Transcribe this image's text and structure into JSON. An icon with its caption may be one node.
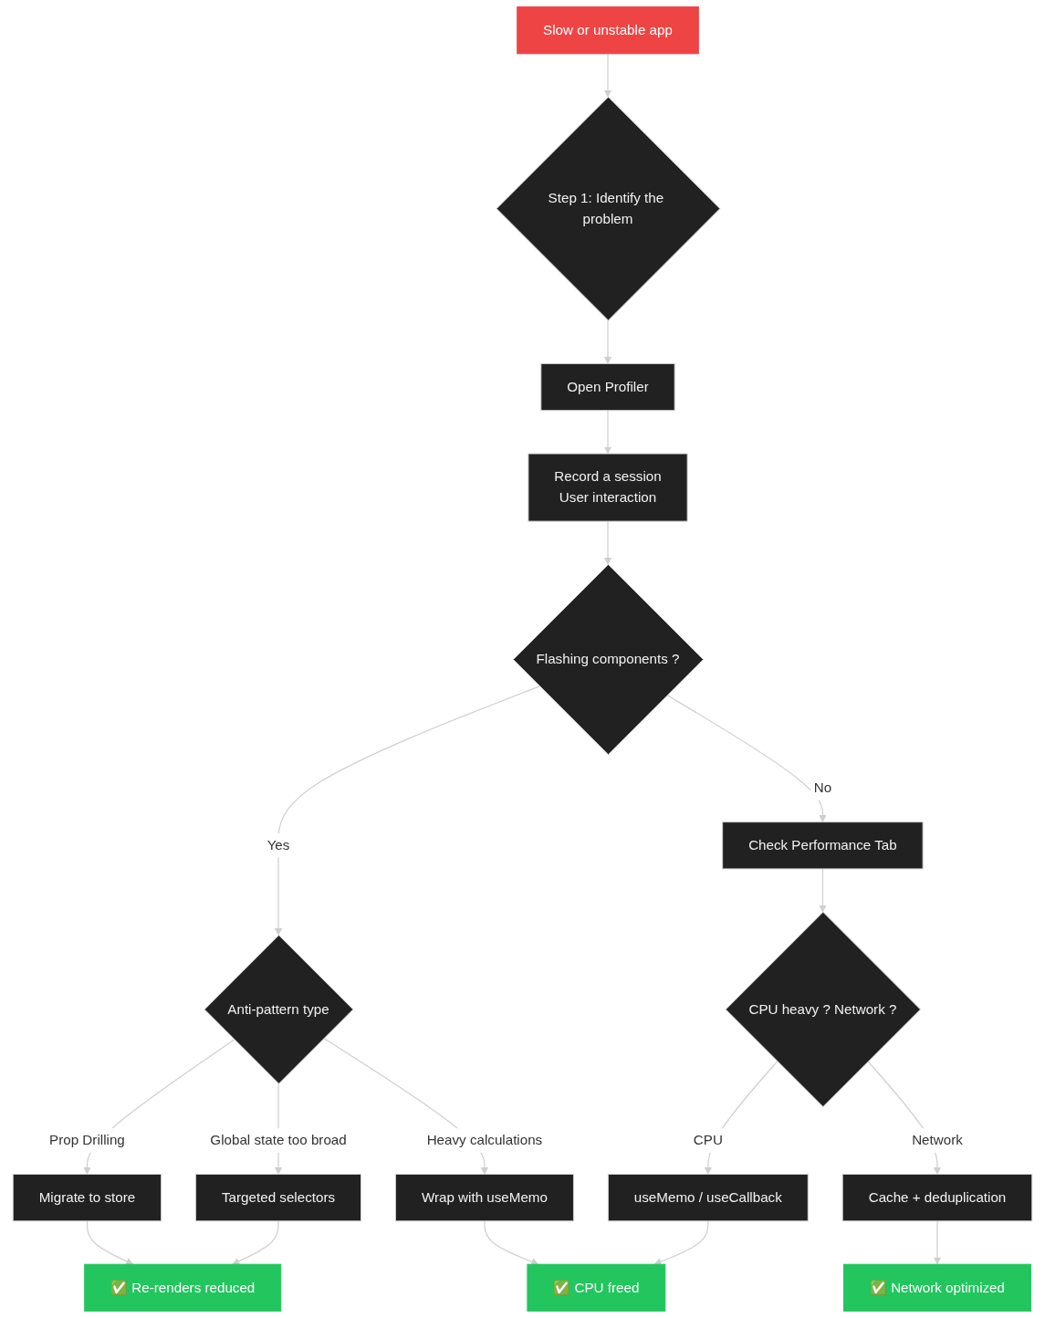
{
  "diagram": {
    "nodes": [
      {
        "text": [
          "Slow or unstable app"
        ]
      },
      {
        "text": [
          "Step 1: Identify the problem"
        ]
      },
      {
        "text": [
          "Open Profiler"
        ]
      },
      {
        "text": [
          "Record a session",
          "User interaction"
        ]
      },
      {
        "text": [
          "Flashing components ?"
        ]
      },
      {
        "text": [
          "Check Performance Tab"
        ]
      },
      {
        "text": [
          "Anti-pattern type"
        ]
      },
      {
        "text": [
          "CPU heavy ? Network ?"
        ]
      },
      {
        "text": [
          "Migrate to store"
        ]
      },
      {
        "text": [
          "Targeted selectors"
        ]
      },
      {
        "text": [
          "Wrap with useMemo"
        ]
      },
      {
        "text": [
          "useMemo / useCallback"
        ]
      },
      {
        "text": [
          "Cache + deduplication"
        ]
      },
      {
        "text": [
          "✅ Re-renders reduced"
        ]
      },
      {
        "text": [
          "✅ CPU freed"
        ]
      },
      {
        "text": [
          "✅ Network optimized"
        ]
      }
    ],
    "edges": [
      {
        "from": 0,
        "to": 1,
        "arrow": "to"
      },
      {
        "from": 1,
        "to": 2,
        "arrow": "to"
      },
      {
        "from": 2,
        "to": 3,
        "arrow": "to"
      },
      {
        "from": 3,
        "to": 4,
        "arrow": "to"
      },
      {
        "from": 4,
        "to": 6,
        "arrow": "to",
        "label": "Yes"
      },
      {
        "from": 4,
        "to": 5,
        "arrow": "to",
        "label": "No"
      },
      {
        "from": 5,
        "to": 7,
        "arrow": "to"
      },
      {
        "from": 6,
        "to": 8,
        "arrow": "to",
        "label": "Prop Drilling"
      },
      {
        "from": 6,
        "to": 9,
        "arrow": "to",
        "label": "Global state too broad"
      },
      {
        "from": 6,
        "to": 10,
        "arrow": "to",
        "label": "Heavy calculations"
      },
      {
        "from": 7,
        "to": 11,
        "arrow": "to",
        "label": "CPU"
      },
      {
        "from": 7,
        "to": 12,
        "arrow": "to",
        "label": "Network"
      },
      {
        "from": 8,
        "to": 13,
        "arrow": "to"
      },
      {
        "from": 9,
        "to": 13,
        "arrow": "to"
      },
      {
        "from": 10,
        "to": 14,
        "arrow": "to"
      },
      {
        "from": 11,
        "to": 14,
        "arrow": "to"
      },
      {
        "from": 12,
        "to": 15,
        "arrow": "to"
      }
    ]
  }
}
